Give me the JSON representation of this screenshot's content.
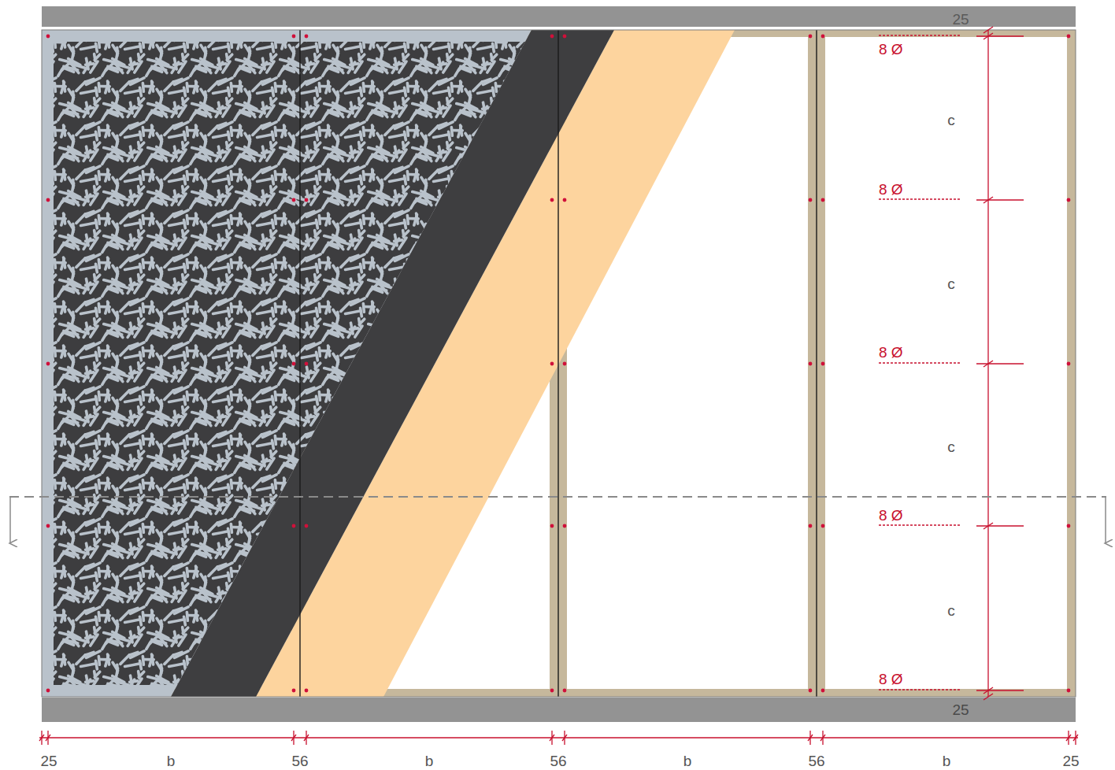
{
  "diagram": {
    "labels": [
      "25",
      "8 Ø",
      "c",
      "8 Ø",
      "c",
      "8 Ø",
      "c",
      "8 Ø",
      "c",
      "8 Ø",
      "25",
      "25",
      "b",
      "56",
      "b",
      "56",
      "b",
      "56",
      "b",
      "25"
    ]
  }
}
